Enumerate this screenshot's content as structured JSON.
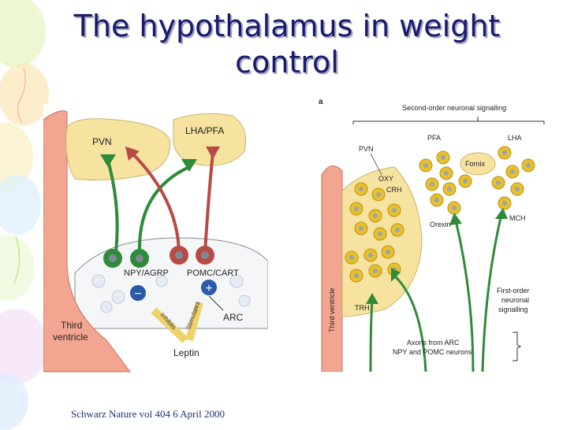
{
  "slide": {
    "title_line1": "The hypothalamus in weight",
    "title_line2": "control",
    "citation": "Schwarz Nature vol 404 6 April 2000"
  },
  "left_diagram": {
    "pvn": "PVN",
    "lha_pfa": "LHA/PFA",
    "npy_agrp": "NPY/AGRP",
    "pomc_cart": "POMC/CART",
    "arc": "ARC",
    "inhibits": "Inhibits",
    "stimulates": "Stimulates",
    "leptin": "Leptin",
    "third_ventricle_1": "Third",
    "third_ventricle_2": "ventricle",
    "minus": "−",
    "plus": "+"
  },
  "right_diagram": {
    "panel_letter": "a",
    "second_order": "Second-order neuronal signalling",
    "pvn": "PVN",
    "pfa": "PFA",
    "lha": "LHA",
    "fornix": "Fornix",
    "oxy": "OXY",
    "crh": "CRH",
    "orexin": "Orexin",
    "mch": "MCH",
    "trh": "TRH",
    "third_ventricle": "Third ventricle",
    "first_order_1": "First-order",
    "first_order_2": "neuronal",
    "first_order_3": "signalling",
    "axons_1": "Axons from ARC",
    "axons_2": "NPY and POMC neurons"
  },
  "colors": {
    "title": "#1a1a6e",
    "ventricle": "#f2a590",
    "nucleus": "#f7e3a0",
    "green_neuron": "#2e8b3a",
    "red_neuron": "#b84a45",
    "yellow_cell": "#e8c02a",
    "inhibit_blue": "#2a5aa8"
  }
}
